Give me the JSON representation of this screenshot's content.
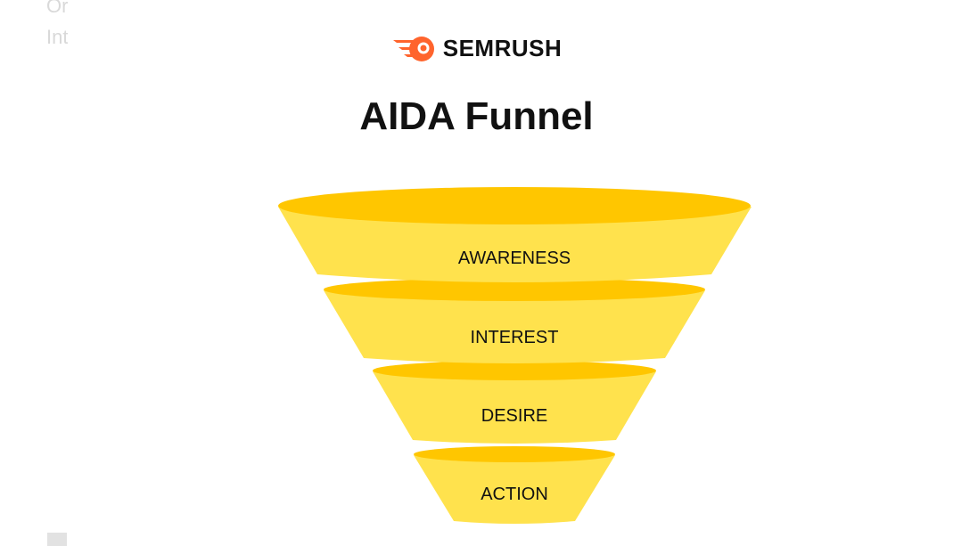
{
  "background": {
    "line1": "Or",
    "line2": "Int"
  },
  "brand": {
    "name": "SEMRUSH",
    "accent_color": "#ff642d"
  },
  "title": "AIDA Funnel",
  "funnel": {
    "rim_color": "#ffc600",
    "body_color": "#ffe24d",
    "stages": [
      {
        "label": "AWARENESS"
      },
      {
        "label": "INTEREST"
      },
      {
        "label": "DESIRE"
      },
      {
        "label": "ACTION"
      }
    ]
  }
}
